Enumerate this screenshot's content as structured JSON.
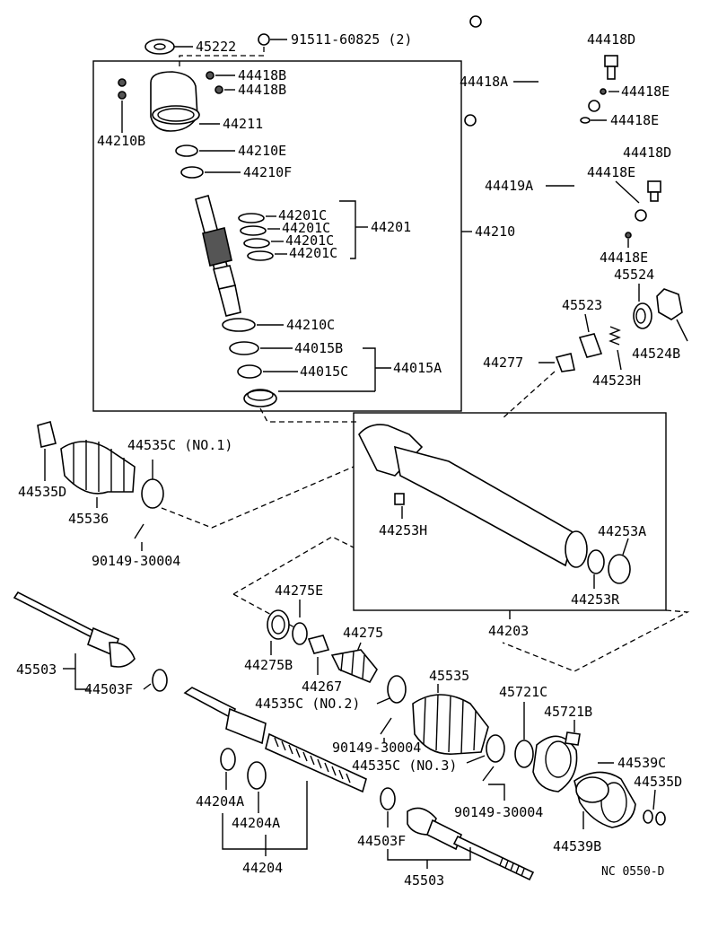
{
  "diagram": {
    "code": "NC 0550-D",
    "labels": {
      "l45222": "45222",
      "l91511": "91511-60825 (2)",
      "l44418B_1": "44418B",
      "l44418B_2": "44418B",
      "l44211": "44211",
      "l44210B": "44210B",
      "l44210E": "44210E",
      "l44210F": "44210F",
      "l44201C_1": "44201C",
      "l44201C_2": "44201C",
      "l44201C_3": "44201C",
      "l44201C_4": "44201C",
      "l44201": "44201",
      "l44210": "44210",
      "l44210C": "44210C",
      "l44015B": "44015B",
      "l44015C": "44015C",
      "l44015A": "44015A",
      "l44418A": "44418A",
      "l44418D_1": "44418D",
      "l44418E_1": "44418E",
      "l44418E_2": "44418E",
      "l44418D_2": "44418D",
      "l44418E_3": "44418E",
      "l44419A": "44419A",
      "l44418E_4": "44418E",
      "l45524": "45524",
      "l45523": "45523",
      "l44277": "44277",
      "l44524B": "44524B",
      "l44523H": "44523H",
      "l44535C_1": "44535C (NO.1)",
      "l44535D_1": "44535D",
      "l45536": "45536",
      "l90149_1": "90149-30004",
      "l44253H": "44253H",
      "l44253A": "44253A",
      "l44253R": "44253R",
      "l44203": "44203",
      "l44275E": "44275E",
      "l44275": "44275",
      "l44275B": "44275B",
      "l44267": "44267",
      "l44535C_2": "44535C (NO.2)",
      "l45503_1": "45503",
      "l44503F_1": "44503F",
      "l45535": "45535",
      "l45721C": "45721C",
      "l45721B": "45721B",
      "l90149_2": "90149-30004",
      "l44535C_3": "44535C (NO.3)",
      "l44539C": "44539C",
      "l44535D_2": "44535D",
      "l90149_3": "90149-30004",
      "l44539B": "44539B",
      "l44204A_1": "44204A",
      "l44204A_2": "44204A",
      "l44204": "44204",
      "l44503F_2": "44503F",
      "l45503_2": "45503"
    }
  }
}
